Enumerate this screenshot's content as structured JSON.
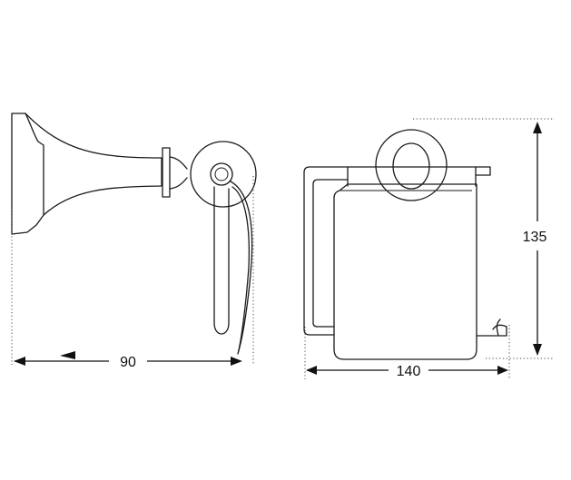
{
  "drawing": {
    "side_view_width": "90",
    "front_view_width": "140",
    "front_view_height": "135"
  }
}
